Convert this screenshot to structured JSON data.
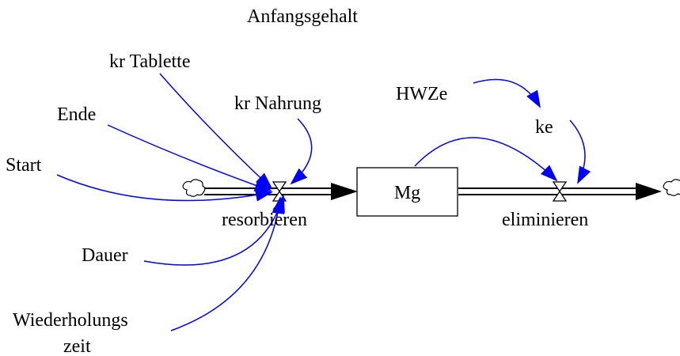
{
  "diagram": {
    "labels": {
      "anfangsgehalt": "Anfangsgehalt",
      "kr_tablette": "kr Tablette",
      "kr_nahrung": "kr Nahrung",
      "ende": "Ende",
      "start": "Start",
      "dauer": "Dauer",
      "wiederholungs": "Wiederholungs",
      "zeit": "zeit",
      "hwze": "HWZe",
      "ke": "ke",
      "mg": "Mg",
      "resorbieren": "resorbieren",
      "eliminieren": "eliminieren"
    },
    "colors": {
      "link": "#0000ff",
      "pipe": "#000000",
      "stock_border": "#000000",
      "background": "#ffffff"
    },
    "icons": {
      "source": "cloud-icon",
      "sink": "cloud-icon",
      "valve": "valve-icon"
    }
  }
}
